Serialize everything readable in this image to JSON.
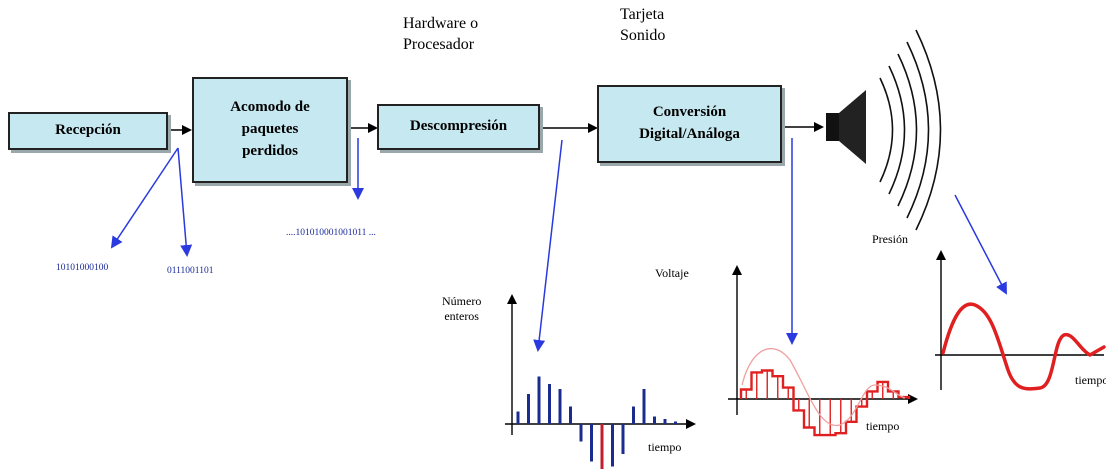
{
  "stages": {
    "reception": "Recepción",
    "packets": "Acomodo de\npaquetes\nperdidos",
    "decompression": "Descompresión",
    "conversion": "Conversión\nDigital/Análoga"
  },
  "headers": {
    "hardware": "Hardware o\nProcesador",
    "soundcard": "Tarjeta\nSonido"
  },
  "bitstreams": {
    "left": "10101000100",
    "middle": "0111001101",
    "right": "....101010001001011 ..."
  },
  "plots": {
    "integers": {
      "ylabel": "Número\nenteros",
      "xlabel": "tiempo",
      "values": [
        0.25,
        0.6,
        0.95,
        0.8,
        0.7,
        0.35,
        -0.35,
        -0.75,
        -0.9,
        -0.85,
        -0.6,
        0.35,
        0.7,
        0.15,
        0.1,
        0.05
      ]
    },
    "voltage": {
      "ylabel": "Voltaje",
      "xlabel": "tiempo",
      "values": [
        0.25,
        0.7,
        0.75,
        0.6,
        0.3,
        -0.3,
        -0.75,
        -0.95,
        -0.95,
        -0.9,
        -0.6,
        -0.2,
        0.2,
        0.45,
        0.2,
        0.05
      ]
    },
    "pressure": {
      "ylabel": "Presión",
      "xlabel": "tiempo"
    }
  },
  "colors": {
    "box": "#c6e8f0",
    "arrow_blue": "#2a3adf",
    "signal_red": "#e02020",
    "stem_blue": "#1c2b8f"
  }
}
